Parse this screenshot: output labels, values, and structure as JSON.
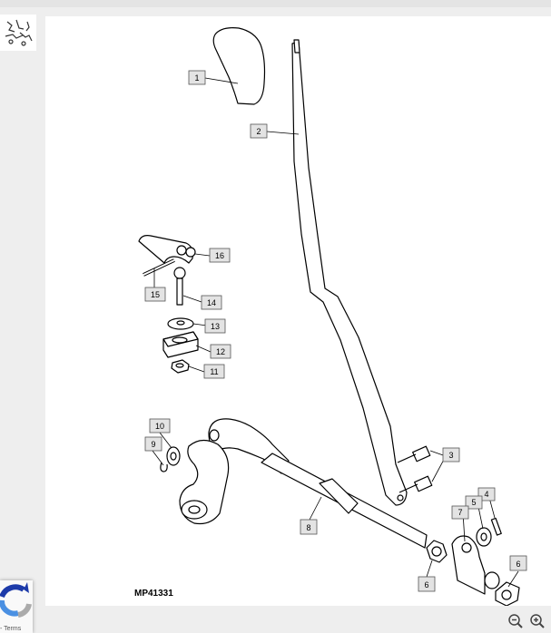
{
  "diagram": {
    "figure_code": "MP41331",
    "callouts": [
      {
        "number": "1",
        "part": "knob"
      },
      {
        "number": "2",
        "part": "lever"
      },
      {
        "number": "3",
        "part": "bolts"
      },
      {
        "number": "4",
        "part": "pin"
      },
      {
        "number": "5",
        "part": "washer"
      },
      {
        "number": "6",
        "part": "nut"
      },
      {
        "number": "6",
        "part": "nut"
      },
      {
        "number": "7",
        "part": "bracket"
      },
      {
        "number": "8",
        "part": "rod"
      },
      {
        "number": "9",
        "part": "clip"
      },
      {
        "number": "10",
        "part": "washer"
      },
      {
        "number": "11",
        "part": "nut"
      },
      {
        "number": "12",
        "part": "damper-block"
      },
      {
        "number": "13",
        "part": "washer"
      },
      {
        "number": "14",
        "part": "bolt"
      },
      {
        "number": "15",
        "part": "pin"
      },
      {
        "number": "16",
        "part": "clevis"
      }
    ]
  },
  "recaptcha": {
    "terms_text": "- Terms"
  },
  "toolbar": {
    "zoom_out_icon": "zoom-out-icon",
    "zoom_in_icon": "zoom-in-icon"
  }
}
